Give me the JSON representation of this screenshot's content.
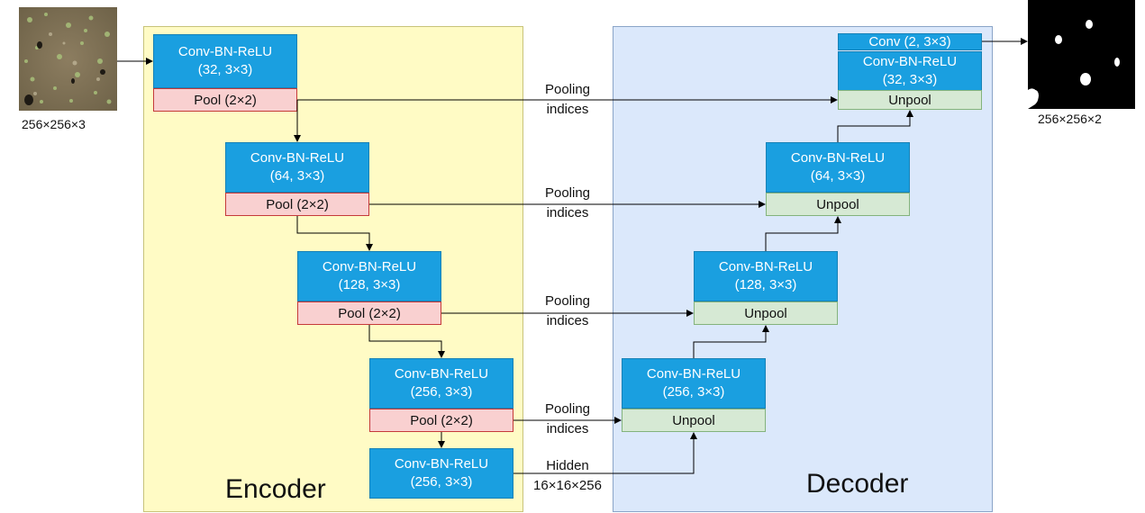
{
  "input": {
    "dims": "256×256×3"
  },
  "output": {
    "dims": "256×256×2"
  },
  "encoder": {
    "title": "Encoder",
    "blocks": [
      {
        "conv_line1": "Conv-BN-ReLU",
        "conv_line2": "(32, 3×3)",
        "pool": "Pool (2×2)"
      },
      {
        "conv_line1": "Conv-BN-ReLU",
        "conv_line2": "(64, 3×3)",
        "pool": "Pool (2×2)"
      },
      {
        "conv_line1": "Conv-BN-ReLU",
        "conv_line2": "(128, 3×3)",
        "pool": "Pool (2×2)"
      },
      {
        "conv_line1": "Conv-BN-ReLU",
        "conv_line2": "(256, 3×3)",
        "pool": "Pool (2×2)"
      }
    ],
    "bottleneck": {
      "conv_line1": "Conv-BN-ReLU",
      "conv_line2": "(256, 3×3)"
    }
  },
  "decoder": {
    "title": "Decoder",
    "final_conv": "Conv (2, 3×3)",
    "blocks": [
      {
        "unpool": "Unpool",
        "conv_line1": "Conv-BN-ReLU",
        "conv_line2": "(32, 3×3)"
      },
      {
        "unpool": "Unpool",
        "conv_line1": "Conv-BN-ReLU",
        "conv_line2": "(64, 3×3)"
      },
      {
        "unpool": "Unpool",
        "conv_line1": "Conv-BN-ReLU",
        "conv_line2": "(128, 3×3)"
      },
      {
        "unpool": "Unpool",
        "conv_line1": "Conv-BN-ReLU",
        "conv_line2": "(256, 3×3)"
      }
    ]
  },
  "links": {
    "pooling_line1": "Pooling",
    "pooling_line2": "indices",
    "hidden_line1": "Hidden",
    "hidden_line2": "16×16×256"
  },
  "colors": {
    "encoder_bg": "#fffbc5",
    "decoder_bg": "#dbe8fb",
    "conv": "#1a9fe0",
    "pool": "#f9d0d0",
    "unpool": "#d6e9d4"
  }
}
